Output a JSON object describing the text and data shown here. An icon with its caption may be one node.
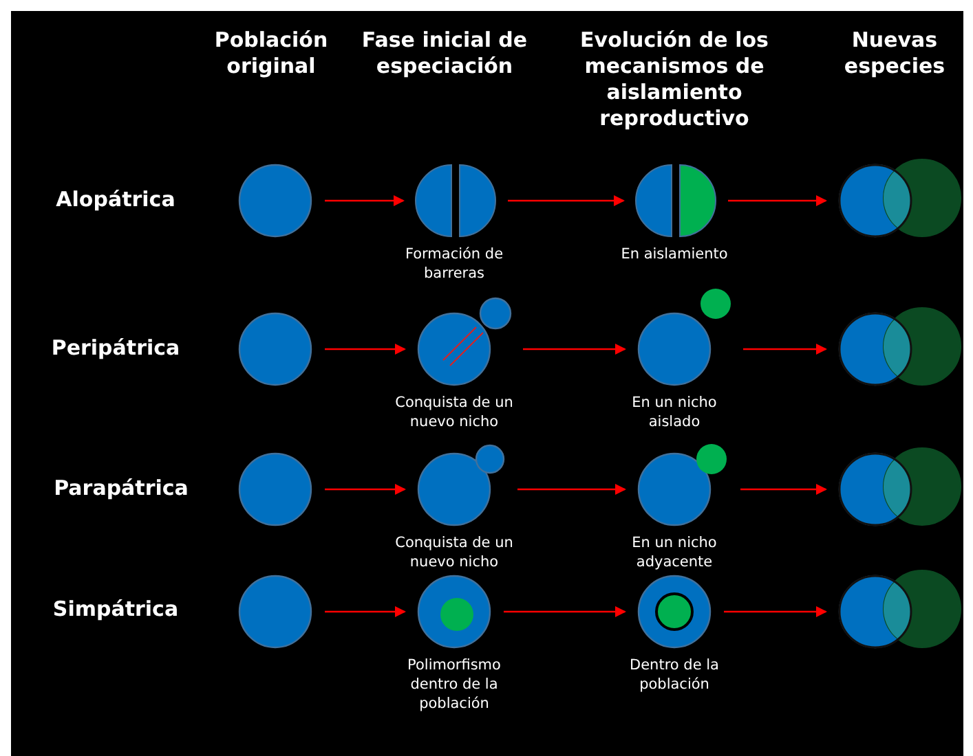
{
  "diagram": {
    "nodes": [
      {
        "text": [],
        "shape": "circle"
      },
      {
        "text": [],
        "shape": "circle",
        "beside": [
          "Formación de barreras"
        ]
      },
      {
        "text": [],
        "shape": "circle",
        "beside": [
          "En aislamiento"
        ]
      },
      {
        "text": [],
        "shape": "circle"
      },
      {
        "text": [],
        "shape": "circle"
      },
      {
        "text": [],
        "shape": "circle",
        "beside": [
          "Conquista de un nuevo nicho"
        ]
      },
      {
        "text": [],
        "shape": "circle",
        "beside": [
          "En un nicho aislado"
        ]
      },
      {
        "text": [],
        "shape": "circle"
      },
      {
        "text": [],
        "shape": "circle"
      },
      {
        "text": [],
        "shape": "circle",
        "beside": [
          "Conquista de un nuevo nicho"
        ]
      },
      {
        "text": [],
        "shape": "circle",
        "beside": [
          "En un nicho adyacente"
        ]
      },
      {
        "text": [],
        "shape": "circle"
      },
      {
        "text": [],
        "shape": "circle"
      },
      {
        "text": [],
        "shape": "circle",
        "beside": [
          "Polimorfismo dentro de la población"
        ]
      },
      {
        "text": [],
        "shape": "circle",
        "beside": [
          "Dentro de la población"
        ]
      },
      {
        "text": [],
        "shape": "circle"
      }
    ],
    "edges": [
      {
        "from": 0,
        "to": 1,
        "arrow": "to"
      },
      {
        "from": 1,
        "to": 2,
        "arrow": "to"
      },
      {
        "from": 2,
        "to": 3,
        "arrow": "to"
      },
      {
        "from": 4,
        "to": 5,
        "arrow": "to"
      },
      {
        "from": 5,
        "to": 6,
        "arrow": "to"
      },
      {
        "from": 6,
        "to": 7,
        "arrow": "to"
      },
      {
        "from": 8,
        "to": 9,
        "arrow": "to"
      },
      {
        "from": 9,
        "to": 10,
        "arrow": "to"
      },
      {
        "from": 10,
        "to": 11,
        "arrow": "to"
      },
      {
        "from": 12,
        "to": 13,
        "arrow": "to"
      },
      {
        "from": 13,
        "to": 14,
        "arrow": "to"
      },
      {
        "from": 14,
        "to": 15,
        "arrow": "to"
      }
    ],
    "labels": [
      "Población original",
      "Fase inicial de especiación",
      "Evolución de los mecanismos de aislamiento reproductivo",
      "Nuevas especies",
      "Alopátrica",
      "Peripátrica",
      "Parapátrica",
      "Simpátrica"
    ]
  }
}
